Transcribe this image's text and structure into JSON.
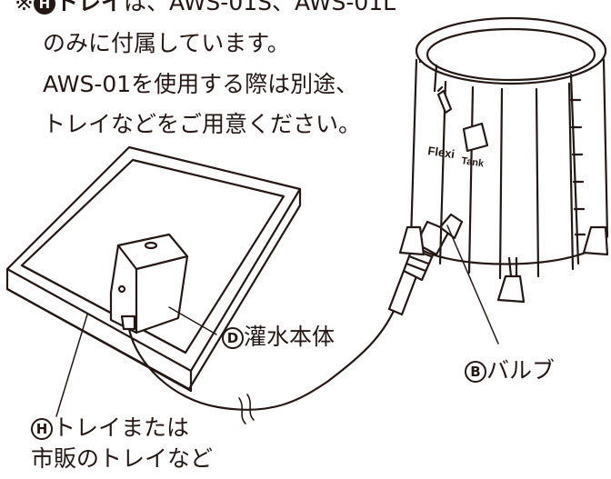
{
  "note": {
    "prefix": "※",
    "tray_letter": "H",
    "tray_word": "トレイ",
    "line1_rest": "は、AWS-01S、AWS-01L",
    "line2": "のみに付属しています。",
    "line3": "AWS-01を使用する際は別途、",
    "line4": "トレイなどをご用意ください。"
  },
  "tank_logo": {
    "line1": "Flexi",
    "line2": "Tank"
  },
  "labels": {
    "D": {
      "letter": "D",
      "text": "灌水本体"
    },
    "B": {
      "letter": "B",
      "text": "バルブ"
    },
    "H": {
      "letter": "H",
      "text_line1": "トレイまたは",
      "text_line2": "市販のトレイなど"
    }
  },
  "colors": {
    "ink": "#231815",
    "paper": "#ffffff"
  }
}
